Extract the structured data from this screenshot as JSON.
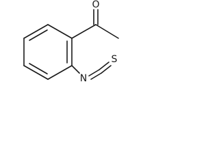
{
  "molecule": {
    "name": "",
    "atoms": {
      "oxygen": "O",
      "nitrogen": "N",
      "sulfur": "S"
    }
  }
}
